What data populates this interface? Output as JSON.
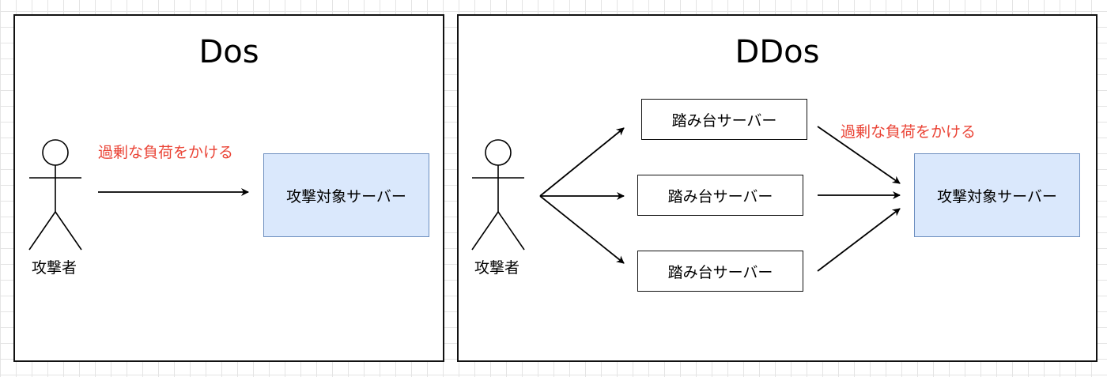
{
  "diagram": {
    "colors": {
      "overload_text": "#ea4335",
      "target_fill": "#dae8fc",
      "target_border": "#6c8ebf"
    },
    "dos": {
      "title": "Dos",
      "actor_label": "攻撃者",
      "overload_label": "過剰な負荷をかける",
      "target_label": "攻撃対象サーバー",
      "actor_icon": "stick-figure-icon"
    },
    "ddos": {
      "title": "DDos",
      "actor_label": "攻撃者",
      "overload_label": "過剰な負荷をかける",
      "target_label": "攻撃対象サーバー",
      "stepping_servers": [
        "踏み台サーバー",
        "踏み台サーバー",
        "踏み台サーバー"
      ],
      "actor_icon": "stick-figure-icon"
    }
  }
}
